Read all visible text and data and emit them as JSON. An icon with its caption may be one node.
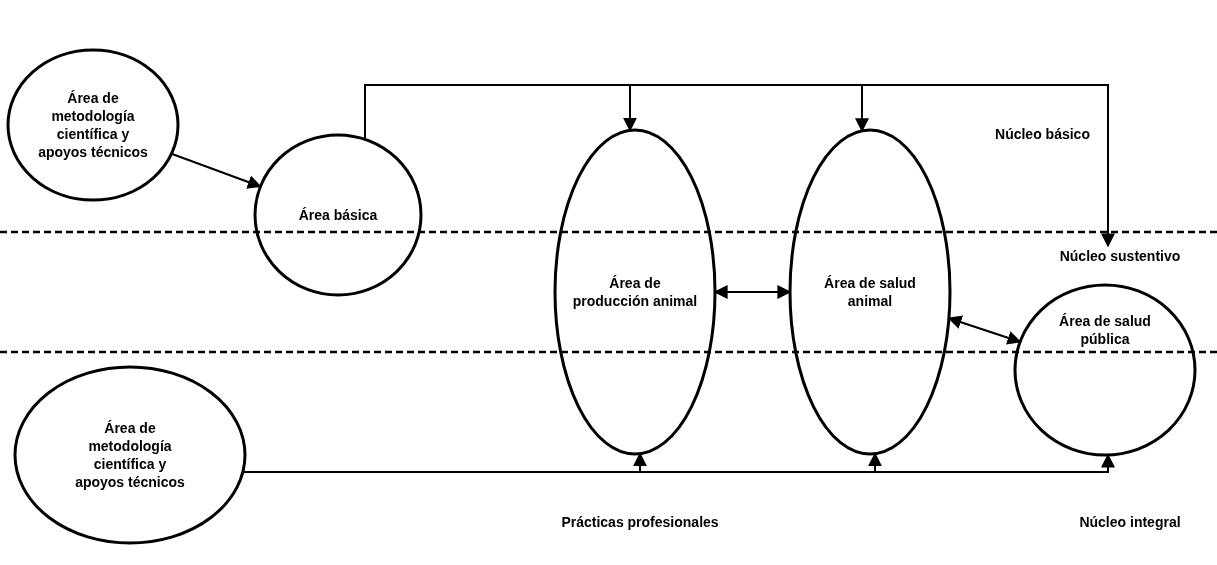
{
  "diagram": {
    "nodes": [
      {
        "text": [
          "Área de metodología científica y apoyos técnicos"
        ]
      },
      {
        "text": [
          "Área básica"
        ]
      },
      {
        "text": [
          "Área de producción animal"
        ]
      },
      {
        "text": [
          "Área de salud animal"
        ]
      },
      {
        "text": [
          "Área de salud pública"
        ]
      },
      {
        "text": [
          "Área de metodología científica y apoyos técnicos"
        ]
      },
      {
        "text": [
          "Núcleo sustentivo"
        ]
      }
    ],
    "edges": [
      {
        "from": 0,
        "to": 1,
        "arrow": "to"
      },
      {
        "from": 1,
        "to": 2,
        "arrow": "to"
      },
      {
        "from": 1,
        "to": 3,
        "arrow": "to"
      },
      {
        "from": 1,
        "to": 6,
        "arrow": "to"
      },
      {
        "from": 2,
        "to": 3,
        "arrow": "both"
      },
      {
        "from": 3,
        "to": 4,
        "arrow": "both"
      },
      {
        "from": 5,
        "to": 2,
        "arrow": "to"
      },
      {
        "from": 5,
        "to": 3,
        "arrow": "to"
      },
      {
        "from": 5,
        "to": 4,
        "arrow": "to"
      }
    ],
    "labels": [
      "Núcleo básico",
      "Prácticas profesionales",
      "Núcleo integral"
    ]
  }
}
